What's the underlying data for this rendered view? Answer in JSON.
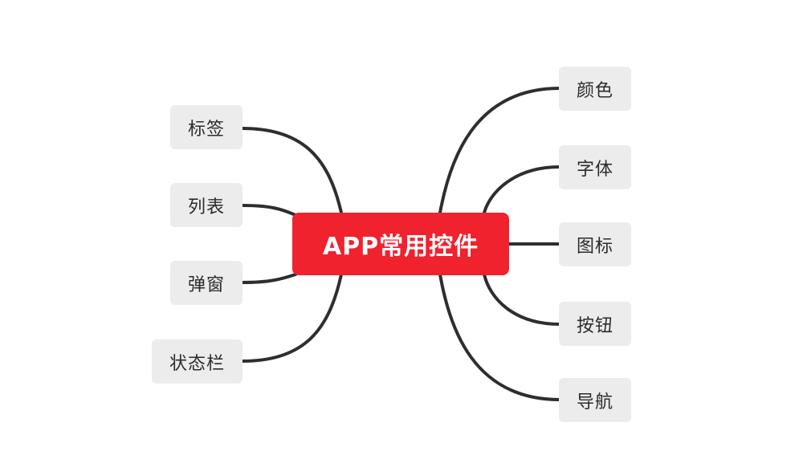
{
  "diagram": {
    "center": {
      "label": "APP常用控件",
      "color": "#f0222e"
    },
    "connector_color": "#2e2e2e",
    "left_branches": [
      {
        "id": "tag",
        "label": "标签"
      },
      {
        "id": "list",
        "label": "列表"
      },
      {
        "id": "popup",
        "label": "弹窗"
      },
      {
        "id": "status-bar",
        "label": "状态栏"
      }
    ],
    "right_branches": [
      {
        "id": "color",
        "label": "颜色"
      },
      {
        "id": "font",
        "label": "字体"
      },
      {
        "id": "icon",
        "label": "图标"
      },
      {
        "id": "button",
        "label": "按钮"
      },
      {
        "id": "navigation",
        "label": "导航"
      }
    ]
  }
}
